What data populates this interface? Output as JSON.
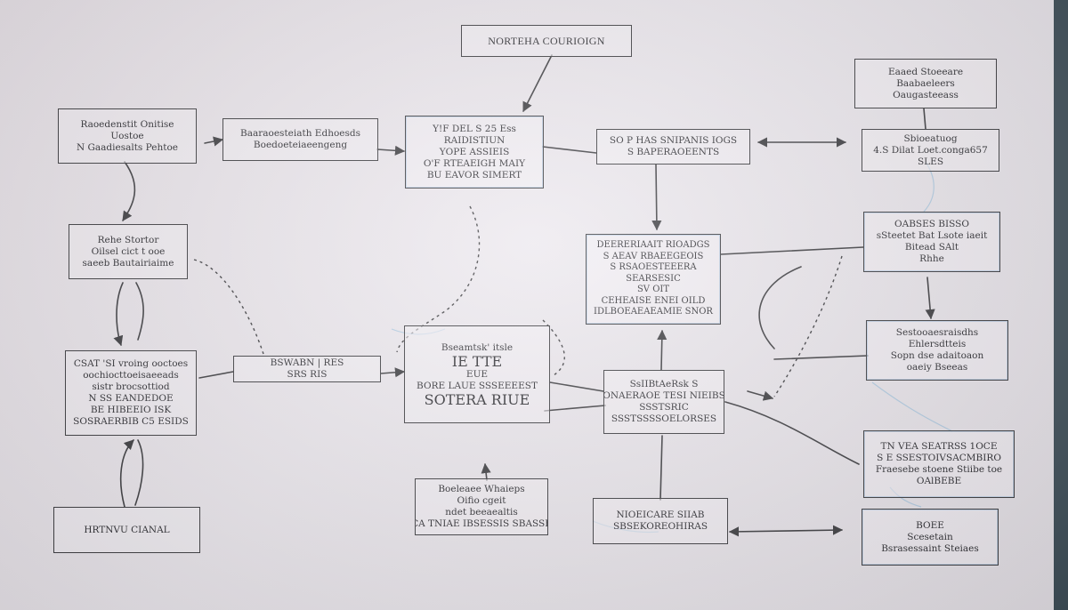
{
  "diagram": {
    "nodes": [
      {
        "id": "title",
        "lines": [
          "NORTEHA COURIOIGN"
        ]
      },
      {
        "id": "n1",
        "lines": [
          "Raoedenstit Onitise",
          "Uostoe",
          "N Gaadiesalts Pehtoe"
        ]
      },
      {
        "id": "n2",
        "lines": [
          "Baaraoesteiath Edhoesds",
          "Boedoeteiaeengeng"
        ]
      },
      {
        "id": "n3",
        "lines": [
          "Y!F DEL S 25 Ess",
          "RAIDISTIUN",
          "YOPE ASSIEIS",
          "O'F RTEAEIGH MAIY",
          "BU EAVOR SIMERT"
        ]
      },
      {
        "id": "n4",
        "lines": [
          "SO P HAS SNIPANIS IOGS",
          "S BAPERAOEENTS"
        ]
      },
      {
        "id": "n5",
        "lines": [
          "Eaaed Stoeeare",
          "Baabaeleers",
          "Oaugasteeass"
        ]
      },
      {
        "id": "n6",
        "lines": [
          "Sbioeatuog",
          "4.S Dilat Loet.conga657",
          "SLES"
        ]
      },
      {
        "id": "n7",
        "lines": [
          "Rehe Stortor",
          "Oilsel cict t ooe",
          "saeeb Bautairiaime"
        ]
      },
      {
        "id": "n8",
        "lines": [
          "DEERERIAAIT RIOADGS",
          "S AEAV RBAEEGEOIS",
          "S RSAOESTEEERA",
          "SEARSESIC",
          "SV OIT",
          "CEHEAISE ENEI OILD",
          "IDLBOEAEAEAMIE SNOR"
        ]
      },
      {
        "id": "n9",
        "lines": [
          "OABSES BISSO",
          "sSteetet Bat Lsote iaeit",
          "Bitead SAlt",
          "Rhhe"
        ]
      },
      {
        "id": "n10",
        "lines": [
          "Bseamtsk' itsle",
          "IE TTE",
          "EUE",
          "BORE LAUE SSSEEEEST",
          "SOTERA RIUE"
        ]
      },
      {
        "id": "n11",
        "lines": [
          "BSWABN | RES",
          "SRS RIS"
        ]
      },
      {
        "id": "n12",
        "lines": [
          "CSAT 'SI vroing ooctoes",
          "oochiocttoeisaeeads",
          "sistr brocsottiod",
          "N SS EANDEDOE",
          "BE HIBEEIO ISK",
          "SOSRAERBIB C5 ESIDS"
        ]
      },
      {
        "id": "n13",
        "lines": [
          "SsIIBtAeRsk S",
          "ONAERAOE TESI NIEIBS",
          "SSSTSRIC",
          "SSSTSSSSOELORSES"
        ]
      },
      {
        "id": "n14",
        "lines": [
          "Sestooaesraisdhs",
          "Ehlersdtteis",
          "Sopn dse adaitoaon",
          "oaeiy Bseeas"
        ]
      },
      {
        "id": "n15",
        "lines": [
          "TN VEA SEATRSS 1OCE",
          "S E SSESTOIVSACMBIRO",
          "Fraesebe stoene Stiibe toe",
          "OAlBEBE"
        ]
      },
      {
        "id": "n16",
        "lines": [
          "Boeleaee Whaieps",
          "Oifio cgeit",
          "ndet beeaealtis",
          "CA TNIAE IBSESSIS SBASSE"
        ]
      },
      {
        "id": "n17",
        "lines": [
          "NIOEICARE SIIAB",
          "SBSEKOREOHIRAS"
        ]
      },
      {
        "id": "n18",
        "lines": [
          "HRTNVU CIANAL"
        ]
      },
      {
        "id": "n19",
        "lines": [
          "BOEE",
          "Scesetain",
          "Bsrasessaint Steiaes"
        ]
      }
    ]
  }
}
